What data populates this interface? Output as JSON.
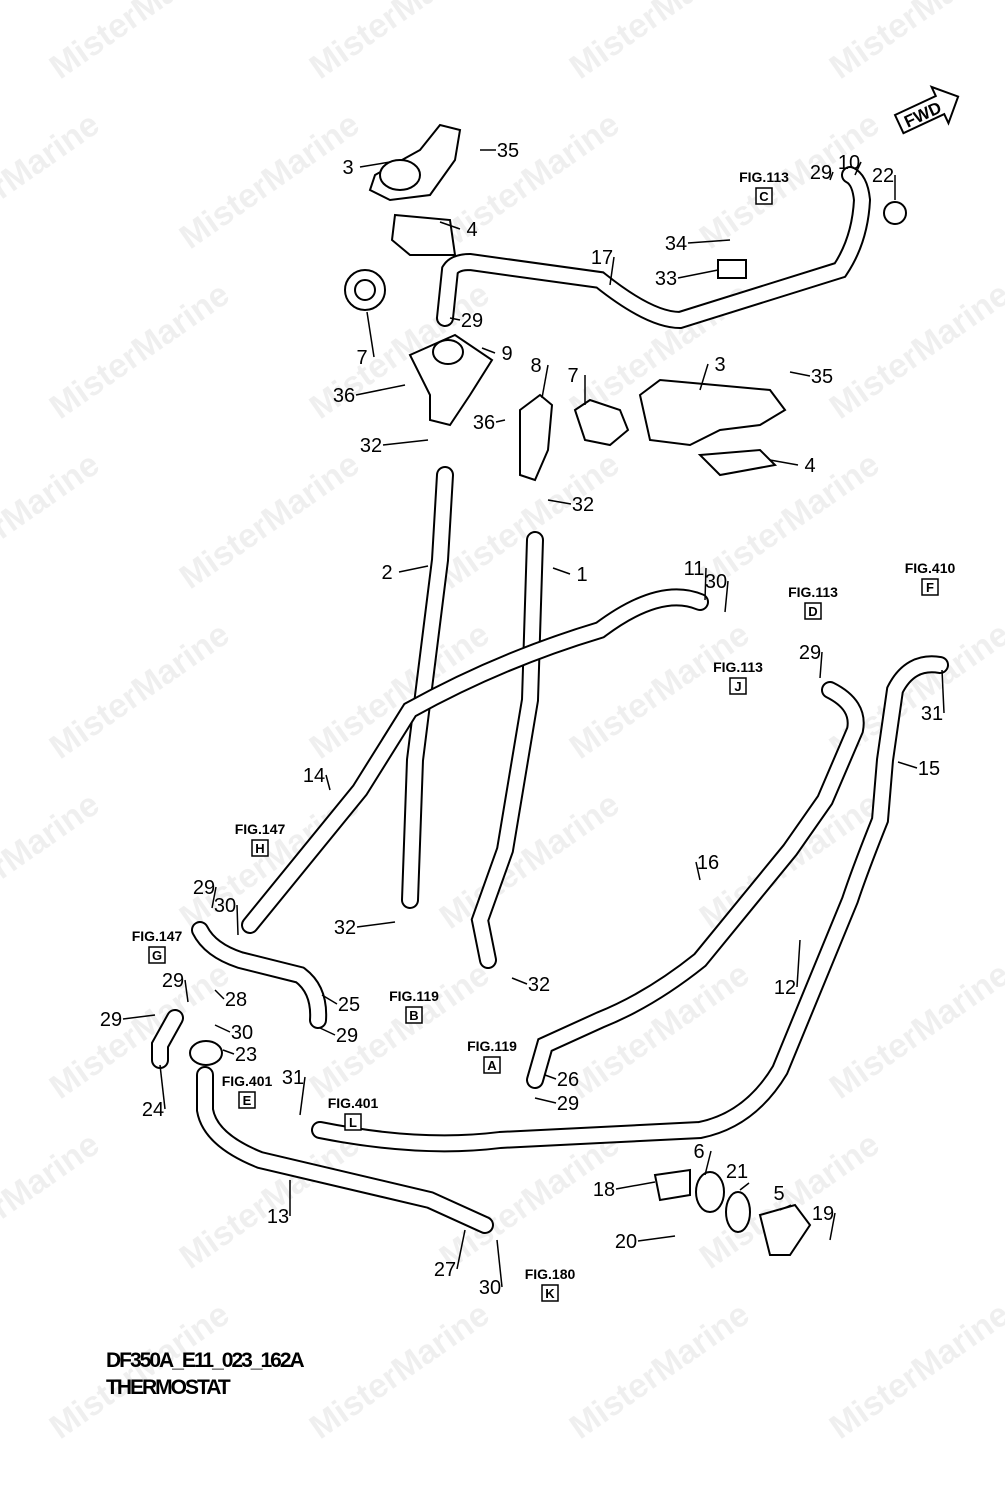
{
  "diagram": {
    "code": "DF350A_E11_023_162A",
    "name": "THERMOSTAT",
    "watermark": "MisterMarine",
    "direction_label": "FWD",
    "callouts": [
      "35",
      "3",
      "4",
      "7",
      "29",
      "9",
      "36",
      "32",
      "8",
      "7",
      "36",
      "3",
      "35",
      "4",
      "32",
      "2",
      "1",
      "17",
      "34",
      "33",
      "29",
      "10",
      "22",
      "11",
      "30",
      "29",
      "31",
      "15",
      "14",
      "29",
      "30",
      "29",
      "28",
      "29",
      "30",
      "23",
      "24",
      "25",
      "29",
      "32",
      "32",
      "16",
      "12",
      "26",
      "29",
      "31",
      "13",
      "27",
      "30",
      "18",
      "6",
      "21",
      "5",
      "19",
      "20"
    ],
    "figure_refs": [
      {
        "fig": "FIG.113",
        "letter": "C"
      },
      {
        "fig": "FIG.113",
        "letter": "D"
      },
      {
        "fig": "FIG.410",
        "letter": "F"
      },
      {
        "fig": "FIG.113",
        "letter": "J"
      },
      {
        "fig": "FIG.147",
        "letter": "H"
      },
      {
        "fig": "FIG.147",
        "letter": "G"
      },
      {
        "fig": "FIG.119",
        "letter": "B"
      },
      {
        "fig": "FIG.119",
        "letter": "A"
      },
      {
        "fig": "FIG.401",
        "letter": "E"
      },
      {
        "fig": "FIG.401",
        "letter": "L"
      },
      {
        "fig": "FIG.180",
        "letter": "K"
      }
    ]
  }
}
